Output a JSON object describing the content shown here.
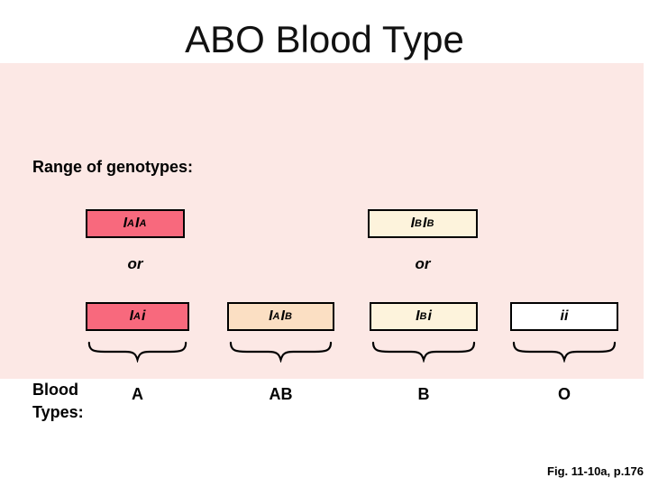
{
  "title": "ABO Blood Type",
  "caption": "Fig. 11-10a, p.176",
  "panel": {
    "heading": "Range of genotypes:",
    "or_label": "or",
    "blood_types_label": "Blood Types:"
  },
  "colors": {
    "panel_bg": "#fce8e5",
    "box_red": "#f8697d",
    "box_cream": "#fdf3dc",
    "box_peach": "#fbdfc3",
    "box_white": "#ffffff",
    "border": "#000000"
  },
  "genotypes": {
    "iaia": [
      {
        "base": "I",
        "sup": "A"
      },
      {
        "base": "I",
        "sup": "A"
      }
    ],
    "ibib": [
      {
        "base": "I",
        "sup": "B"
      },
      {
        "base": "I",
        "sup": "B"
      }
    ],
    "iai": [
      {
        "base": "I",
        "sup": "A"
      },
      {
        "base": "i"
      }
    ],
    "iaib": [
      {
        "base": "I",
        "sup": "A"
      },
      {
        "base": "I",
        "sup": "B"
      }
    ],
    "ibi": [
      {
        "base": "I",
        "sup": "B"
      },
      {
        "base": "i"
      }
    ],
    "ii": [
      {
        "base": "ii"
      }
    ]
  },
  "blood_types": {
    "a": "A",
    "ab": "AB",
    "b": "B",
    "o": "O"
  }
}
